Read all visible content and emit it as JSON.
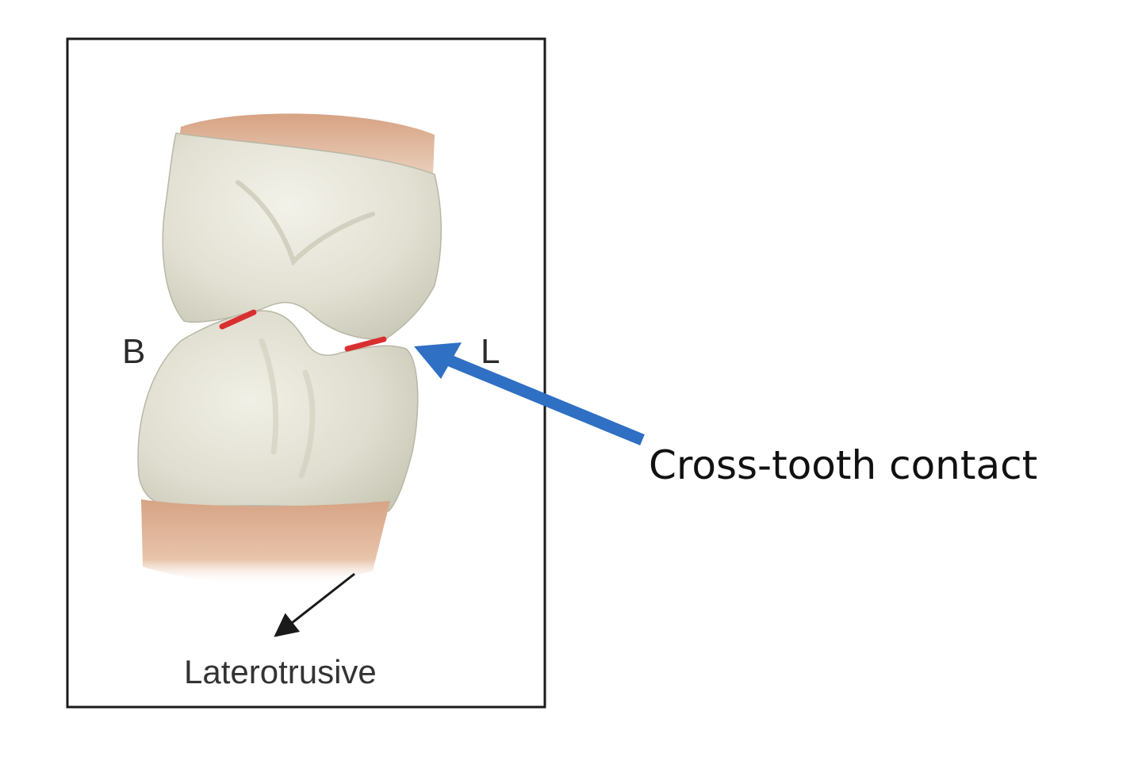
{
  "figure": {
    "label_buccal": "B",
    "label_lingual": "L",
    "label_direction": "Laterotrusive",
    "callout_text": "Cross-tooth contact"
  },
  "colors": {
    "frame": "#1a1a1a",
    "tooth_enamel": "#e3e1d4",
    "gingiva": "#d9a788",
    "contact_mark": "#d8302f",
    "callout_arrow": "#2f6fc4",
    "direction_arrow": "#1a1a1a"
  }
}
